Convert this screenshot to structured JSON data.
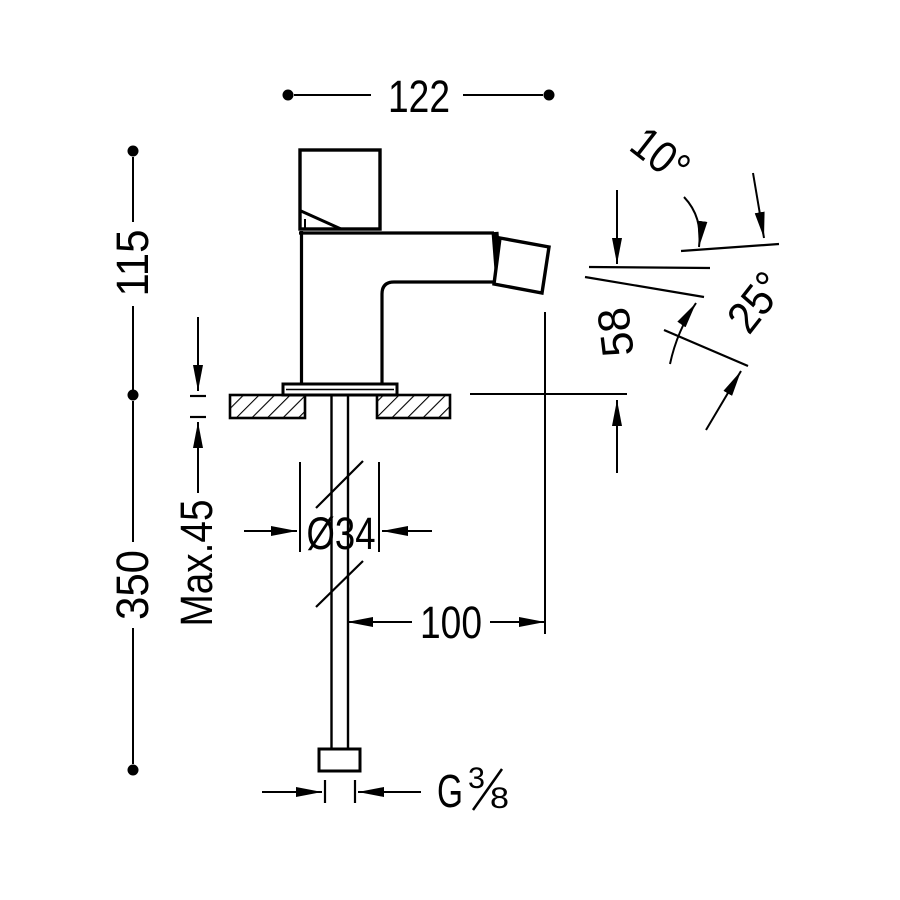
{
  "drawing": {
    "type": "faucet-technical-drawing",
    "colors": {
      "line": "#000000",
      "background": "#ffffff"
    },
    "labels": {
      "overall_width": "122",
      "body_height": "115",
      "hose_length": "350",
      "counter_thickness": "Max.45",
      "base_diameter": "Ø34",
      "spout_reach": "100",
      "outlet_height": "58",
      "upper_angle": "10°",
      "lower_angle": "25°",
      "thread": {
        "letter": "G",
        "numerator": "3",
        "denominator": "8"
      }
    }
  }
}
